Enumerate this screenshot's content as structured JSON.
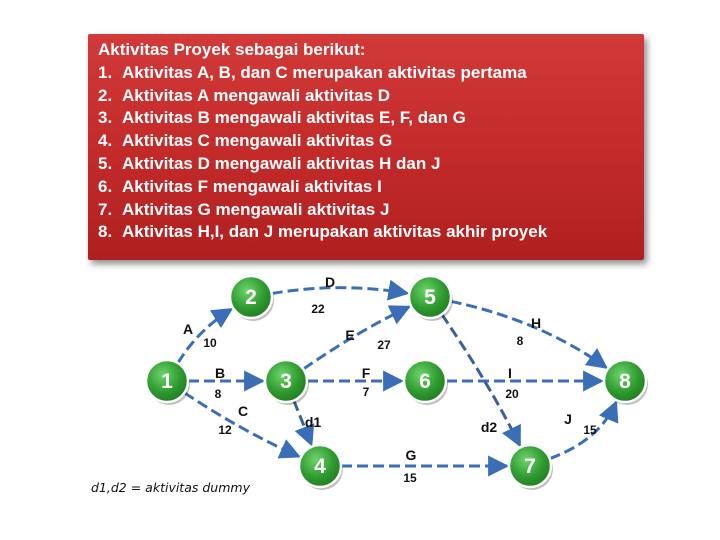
{
  "box": {
    "title": "Aktivitas Proyek sebagai berikut:",
    "items": [
      {
        "num": "1.",
        "text": "Aktivitas A, B, dan C merupakan aktivitas pertama"
      },
      {
        "num": "2.",
        "text": "Aktivitas A mengawali aktivitas D"
      },
      {
        "num": "3.",
        "text": "Aktivitas B mengawali aktivitas E, F, dan G"
      },
      {
        "num": "4.",
        "text": "Aktivitas C mengawali aktivitas G"
      },
      {
        "num": "5.",
        "text": "Aktivitas D mengawali aktivitas H dan J"
      },
      {
        "num": "6.",
        "text": "Aktivitas F mengawali aktivitas I"
      },
      {
        "num": "7.",
        "text": "Aktivitas G mengawali aktivitas J"
      },
      {
        "num": "8.",
        "text": "Aktivitas H,I, dan J merupakan aktivitas akhir proyek"
      }
    ]
  },
  "colors": {
    "box": "#c62f2f",
    "node": "#2f9a2f",
    "arrow": "#3a6fb7",
    "dummy_arrow": "#3a5f9a"
  },
  "nodes": [
    {
      "id": "1",
      "label": "1"
    },
    {
      "id": "2",
      "label": "2"
    },
    {
      "id": "3",
      "label": "3"
    },
    {
      "id": "4",
      "label": "4"
    },
    {
      "id": "5",
      "label": "5"
    },
    {
      "id": "6",
      "label": "6"
    },
    {
      "id": "7",
      "label": "7"
    },
    {
      "id": "8",
      "label": "8"
    }
  ],
  "activities": [
    {
      "name": "A",
      "duration": "10",
      "from": "1",
      "to": "2"
    },
    {
      "name": "B",
      "duration": "8",
      "from": "1",
      "to": "3"
    },
    {
      "name": "C",
      "duration": "12",
      "from": "1",
      "to": "4"
    },
    {
      "name": "D",
      "duration": "22",
      "from": "2",
      "to": "5"
    },
    {
      "name": "E",
      "duration": "27",
      "from": "3",
      "to": "5"
    },
    {
      "name": "F",
      "duration": "7",
      "from": "3",
      "to": "6"
    },
    {
      "name": "G",
      "duration": "15",
      "from": "4",
      "to": "7"
    },
    {
      "name": "H",
      "duration": "8",
      "from": "5",
      "to": "8"
    },
    {
      "name": "I",
      "duration": "20",
      "from": "6",
      "to": "8"
    },
    {
      "name": "J",
      "duration": "15",
      "from": "7",
      "to": "8"
    }
  ],
  "dummies": [
    {
      "name": "d1",
      "from": "3",
      "to": "4"
    },
    {
      "name": "d2",
      "from": "5",
      "to": "7"
    }
  ],
  "note": "d1,d2 = aktivitas dummy"
}
